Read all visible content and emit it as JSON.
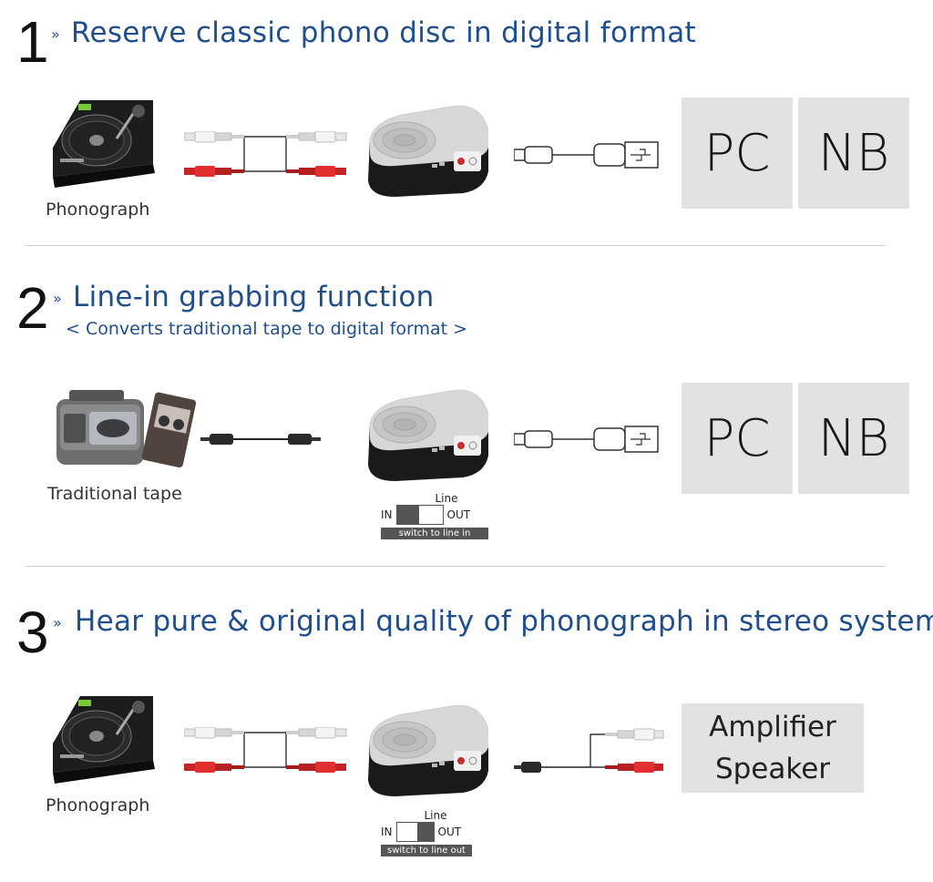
{
  "sections": [
    {
      "number": "1",
      "chevron": "»",
      "title": "Reserve classic phono disc in digital format",
      "source_caption": "Phonograph",
      "source_icon": "turntable-icon",
      "cable": "rca-cable-icon",
      "targets": [
        "PC",
        "NB"
      ]
    },
    {
      "number": "2",
      "chevron": "»",
      "title": "Line-in grabbing function",
      "subtitle": "< Converts traditional tape to digital format >",
      "source_caption": "Traditional tape",
      "source_icon": "cassette-player-icon",
      "cable": "aux-cable-icon",
      "targets": [
        "PC",
        "NB"
      ],
      "switch": {
        "line": "Line",
        "in": "IN",
        "out": "OUT",
        "caption": "switch to line in",
        "position": "in"
      }
    },
    {
      "number": "3",
      "chevron": "»",
      "title": "Hear pure & original quality of phonograph in stereo system",
      "source_caption": "Phonograph",
      "source_icon": "turntable-icon",
      "cable": "rca-cable-icon",
      "output_cable": "aux-to-rca-cable-icon",
      "targets": [
        "Amplifier",
        "Speaker"
      ],
      "switch": {
        "line": "Line",
        "in": "IN",
        "out": "OUT",
        "caption": "switch to line out",
        "position": "out"
      }
    }
  ],
  "colors": {
    "title": "#1f4e8c",
    "tile": "#e2e2e4",
    "rca_red": "#d42a2a",
    "rca_white": "#f1f1f1"
  }
}
